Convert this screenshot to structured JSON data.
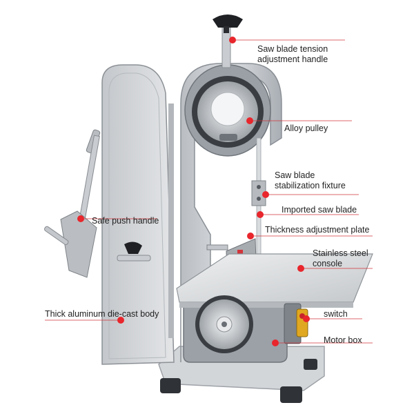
{
  "callouts": {
    "tension_handle": {
      "line1": "Saw blade tension",
      "line2": "adjustment handle"
    },
    "alloy_pulley": {
      "text": "Alloy pulley"
    },
    "stabilization_fixture": {
      "line1": "Saw blade",
      "line2": "stabilization fixture"
    },
    "imported_blade": {
      "text": "Imported saw blade"
    },
    "thickness_plate": {
      "text": "Thickness adjustment plate"
    },
    "stainless_console": {
      "line1": "Stainless steel",
      "line2": "console"
    },
    "switch": {
      "text": "switch"
    },
    "motor_box": {
      "text": "Motor box"
    },
    "safe_push_handle": {
      "text": "Safe push handle"
    },
    "aluminum_body": {
      "text": "Thick aluminum die-cast body"
    }
  },
  "colors": {
    "callout_dot": "#e8262c",
    "callout_line": "#d2353a",
    "body_silver": "#c9ccd0",
    "body_dark": "#8f949a",
    "steel": "#dfe1e3"
  }
}
